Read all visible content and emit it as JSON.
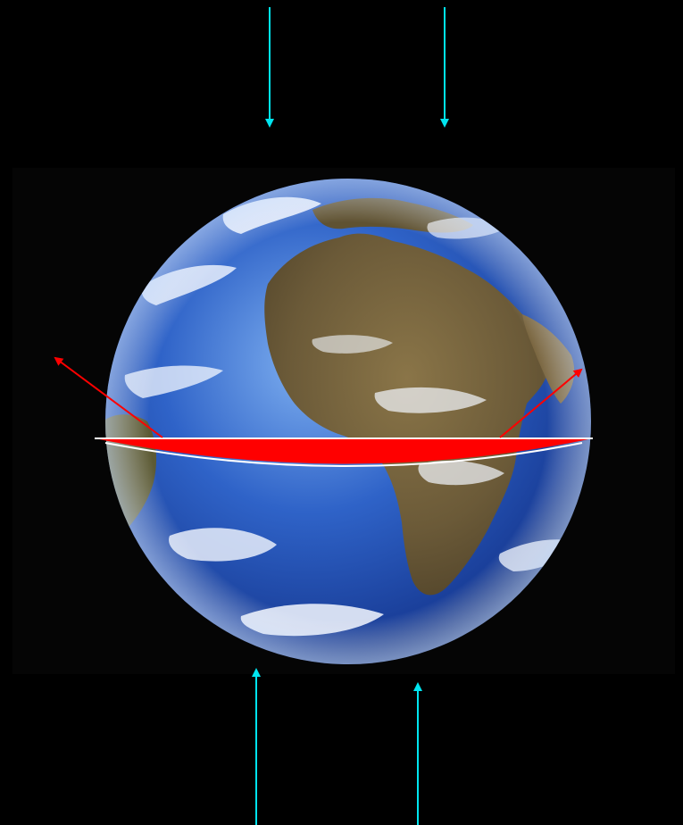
{
  "diagram": {
    "background_color": "#000000",
    "photo_panel_color": "#050505",
    "earth": {
      "name": "earth-globe",
      "ocean_colors": [
        "#7fb0f0",
        "#2f63c8",
        "#1a3f9a",
        "#0c2360"
      ],
      "land_colors": [
        "#8a7548",
        "#6b5a38",
        "#4e4128"
      ],
      "cloud_color": "#f4f8ff"
    },
    "incoming_arrow_color": "#00e5f0",
    "incoming_arrows": [
      {
        "name": "incoming-arrow-top-left",
        "direction": "down"
      },
      {
        "name": "incoming-arrow-top-right",
        "direction": "down"
      },
      {
        "name": "incoming-arrow-bottom-left",
        "direction": "up"
      },
      {
        "name": "incoming-arrow-bottom-right",
        "direction": "up"
      }
    ],
    "equatorial_bulge_color": "#ff0000",
    "equator_line_color": "#ffffff",
    "outgoing_arrow_color": "#ff0000",
    "outgoing_arrows": [
      {
        "name": "outgoing-arrow-left",
        "direction": "up-left"
      },
      {
        "name": "outgoing-arrow-right",
        "direction": "up-right"
      }
    ]
  }
}
